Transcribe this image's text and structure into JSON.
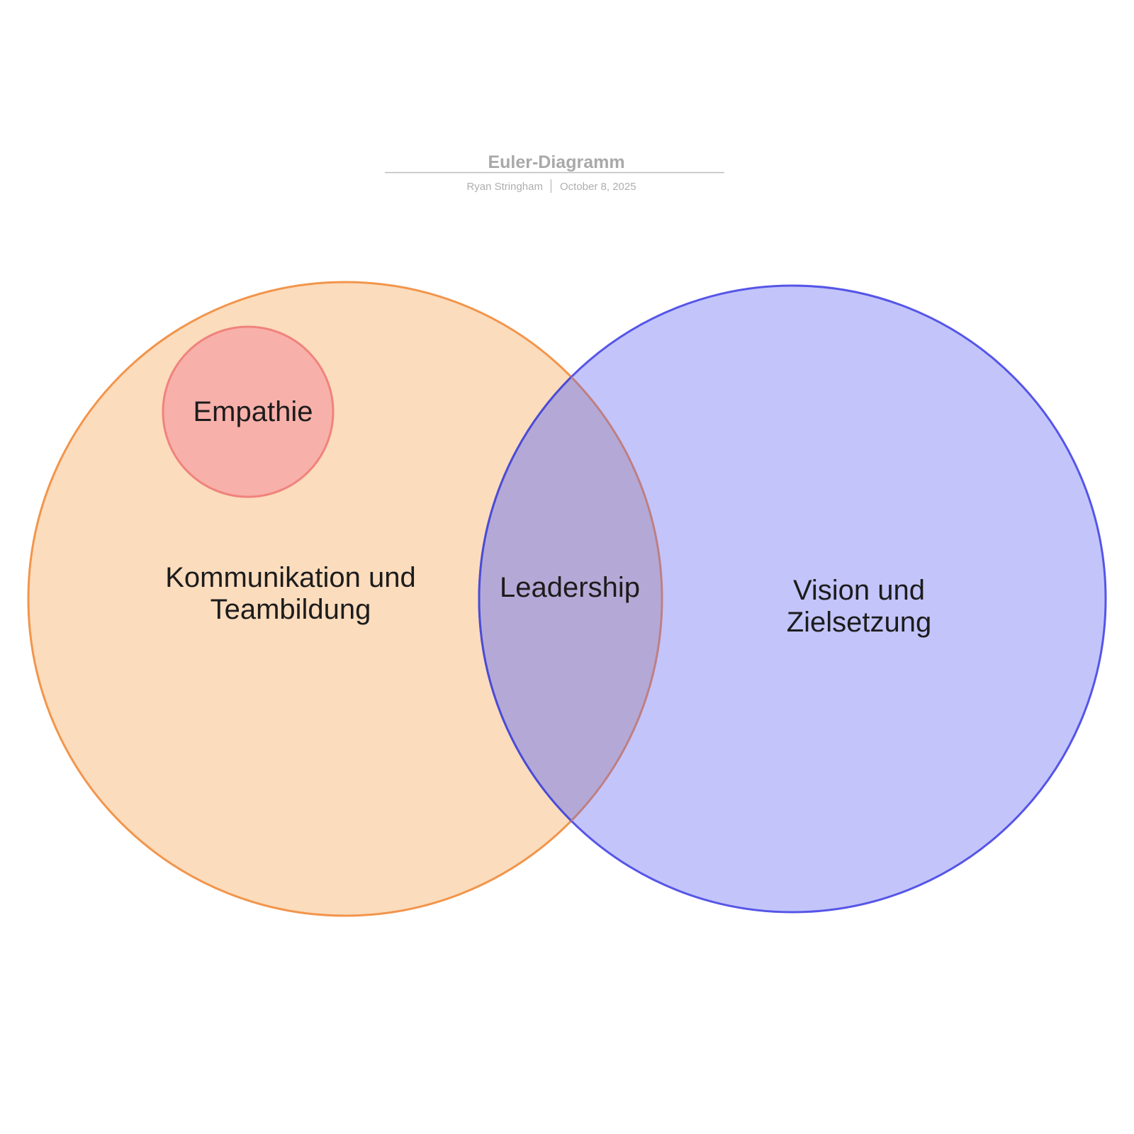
{
  "header": {
    "title": "Euler-Diagramm",
    "author": "Ryan Stringham",
    "date": "October 8, 2025"
  },
  "diagram": {
    "background": "#FFFFFF",
    "sets": [
      {
        "name": "Kommunikation und Teambildung",
        "label_lines": [
          "Kommunikation und",
          "Teambildung"
        ],
        "fill": "#FBDCBD",
        "stroke": "#F2954B"
      },
      {
        "name": "Vision und Zielsetzung",
        "label_lines": [
          "Vision und",
          "Zielsetzung"
        ],
        "fill": "#C3C4FA",
        "stroke": "#5555E8"
      },
      {
        "name": "Empathie",
        "label": "Empathie",
        "fill": "#F8B0AA",
        "stroke": "#F0837C"
      }
    ],
    "overlap": {
      "label": "Leadership",
      "fill": "#B4A9D6",
      "left_arc_stroke": "#4B4CD6",
      "right_arc_stroke": "#BE7F82"
    }
  }
}
